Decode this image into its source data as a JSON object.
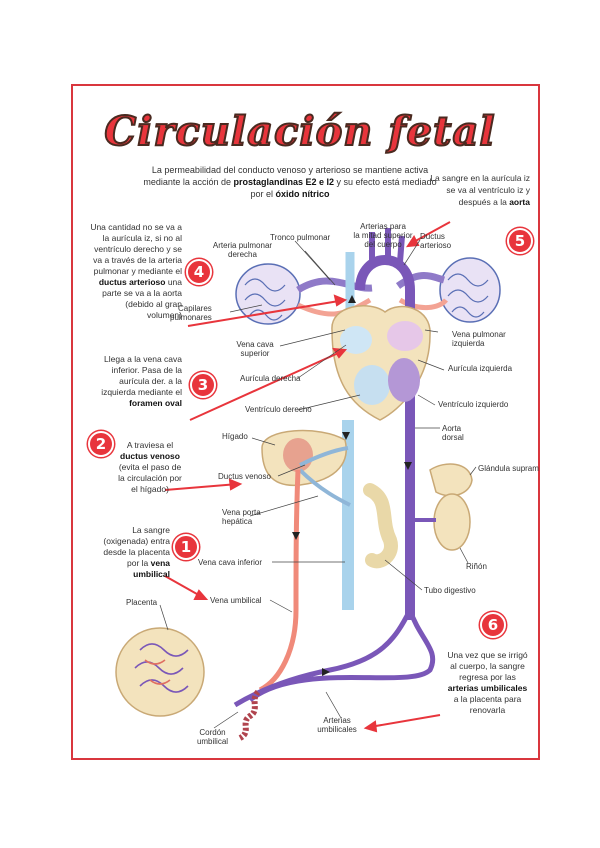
{
  "title": "Circulación fetal",
  "intro": {
    "line1": "La permeabilidad del conducto venoso y arterioso se mantiene activa",
    "line2_a": "mediante la acción de ",
    "line2_b": "prostaglandinas E2 e I2",
    "line2_c": " y su efecto está mediado",
    "line3_a": "por el ",
    "line3_b": "óxido nítrico"
  },
  "steps": {
    "s1": {
      "number": "1",
      "t1": "La sangre",
      "t2": "(oxigenada) entra",
      "t3": "desde la placenta",
      "t4": "por la ",
      "t4b": "vena",
      "t5": "umbilical"
    },
    "s2": {
      "number": "2",
      "t1": "A traviesa el",
      "t2": "ductus venoso",
      "t3": "(evita el paso de",
      "t4": "la circulación por",
      "t5": "el hígado)"
    },
    "s3": {
      "number": "3",
      "t1": "Llega a la vena cava",
      "t2": "inferior. Pasa de la",
      "t3": "aurícula der. a la",
      "t4": "izquierda mediante el",
      "t5": "foramen oval"
    },
    "s4": {
      "number": "4",
      "t1": "Una cantidad no se va a",
      "t2": "la aurícula iz, si no al",
      "t3": "ventrículo derecho y se",
      "t4": "va a través de la arteria",
      "t5": "pulmonar y mediante el",
      "t6": "ductus arterioso",
      "t6b": " una",
      "t7": "parte se va a la aorta",
      "t8": "(debido al gran",
      "t9": "volumen)"
    },
    "s5": {
      "number": "5",
      "t1": "La sangre en la aurícula iz",
      "t2": "se va al ventrículo iz y",
      "t3": "después a la ",
      "t3b": "aorta"
    },
    "s6": {
      "number": "6",
      "t1": "Una vez que se irrigó",
      "t2": "al cuerpo, la sangre",
      "t3": "regresa por las",
      "t4": "arterias umbilicales",
      "t5": "a la placenta para",
      "t6": "renovarla"
    }
  },
  "labels": {
    "tronco_pulmonar": "Tronco pulmonar",
    "arterias_mitad_1": "Arterias para",
    "arterias_mitad_2": "la mitad superior",
    "arterias_mitad_3": "del cuerpo",
    "ductus_arterioso_1": "Ductus",
    "ductus_arterioso_2": "arterioso",
    "arteria_pulmonar_1": "Arteria pulmonar",
    "arteria_pulmonar_2": "derecha",
    "capilares_1": "Capilares",
    "capilares_2": "pulmonares",
    "vena_cava_sup_1": "Vena cava",
    "vena_cava_sup_2": "superior",
    "vena_pulmonar_1": "Vena pulmonar",
    "vena_pulmonar_2": "izquierda",
    "auricula_derecha": "Aurícula derecha",
    "auricula_izquierda": "Aurícula izquierda",
    "ventriculo_derecho": "Ventrículo derecho",
    "ventriculo_izquierdo": "Ventrículo izquierdo",
    "aorta_dorsal_1": "Aorta",
    "aorta_dorsal_2": "dorsal",
    "higado": "Hígado",
    "ductus_venoso": "Ductus venoso",
    "glandula_suprarrenal": "Glándula supram",
    "vena_porta_1": "Vena porta",
    "vena_porta_2": "hepática",
    "rinon": "Riñón",
    "vena_cava_inf": "Vena cava inferior",
    "tubo_digestivo": "Tubo digestivo",
    "placenta": "Placenta",
    "vena_umbilical": "Vena umbilical",
    "arterias_umbilicales_1": "Arterias",
    "arterias_umbilicales_2": "umbilicales",
    "cordon_1": "Cordón",
    "cordon_2": "umbilical"
  },
  "colors": {
    "accent_red": "#e8353c",
    "oxygenated_vessel": "#f08a7a",
    "venous_blue": "#a9d3ec",
    "arterial_purple": "#7a57b8",
    "organ_tan": "#f3e3bd"
  }
}
